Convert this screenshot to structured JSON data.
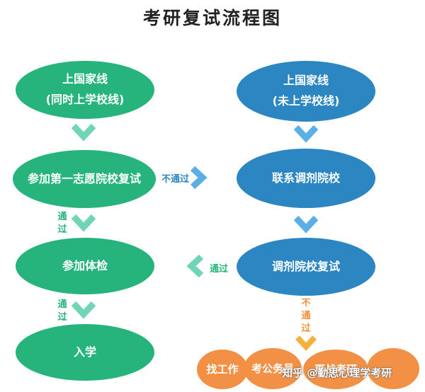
{
  "title": "考研复试流程图",
  "nodes": {
    "above_line_same": {
      "line1": "上国家线",
      "line2": "(同时上学校线)"
    },
    "first_choice_retest": {
      "label": "参加第一志愿院校复试"
    },
    "physical_exam": {
      "label": "参加体检"
    },
    "admission": {
      "label": "入学"
    },
    "above_line_not_school": {
      "line1": "上国家线",
      "line2": "(未上学校线)"
    },
    "contact_adjust": {
      "label": "联系调剂院校"
    },
    "adjust_retest": {
      "label": "调剂院校复试"
    },
    "outcomes": [
      {
        "label": "找工作"
      },
      {
        "label": "考公务员"
      },
      {
        "label": "再战考研"
      },
      {
        "label": ""
      }
    ]
  },
  "edge_labels": {
    "fail_to_adjust": "不通过",
    "pass_to_physical": "通过",
    "pass_to_admission": "通过",
    "adjust_pass": "通过",
    "adjust_fail": "不通过"
  },
  "watermark": "知乎 @勤思心理学考研",
  "colors": {
    "green": "#26b47c",
    "green_arrow": "#6fd5b5",
    "blue": "#2b86c2",
    "blue_arrow": "#5ab0e6",
    "orange": "#f29145",
    "orange_arrow": "#f6b03c"
  }
}
